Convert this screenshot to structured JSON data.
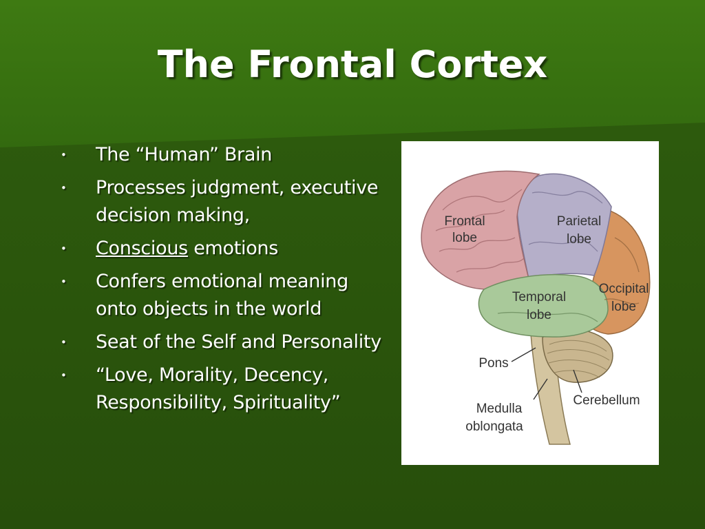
{
  "slide": {
    "title": "The Frontal Cortex",
    "bullets": [
      {
        "text": "The “Human” Brain"
      },
      {
        "text": "Processes judgment, executive decision making,"
      },
      {
        "underlined": "Conscious",
        "rest": " emotions"
      },
      {
        "text": "Confers emotional meaning onto objects in the world"
      },
      {
        "text": "Seat of the Self and Personality"
      },
      {
        "text": "“Love, Morality, Decency, Responsibility, Spirituality”"
      }
    ],
    "bullet_glyph": "•",
    "colors": {
      "background": "#2d5a0e",
      "text": "#ffffff",
      "frontal": "#d9a3a6",
      "parietal": "#b5afc9",
      "occipital": "#d7955f",
      "temporal": "#a9c99a",
      "brainstem": "#d4c5a0"
    }
  },
  "diagram": {
    "labels": {
      "frontal_1": "Frontal",
      "frontal_2": "lobe",
      "parietal_1": "Parietal",
      "parietal_2": "lobe",
      "occipital_1": "Occipital",
      "occipital_2": "lobe",
      "temporal_1": "Temporal",
      "temporal_2": "lobe",
      "pons": "Pons",
      "cerebellum": "Cerebellum",
      "medulla_1": "Medulla",
      "medulla_2": "oblongata"
    }
  }
}
